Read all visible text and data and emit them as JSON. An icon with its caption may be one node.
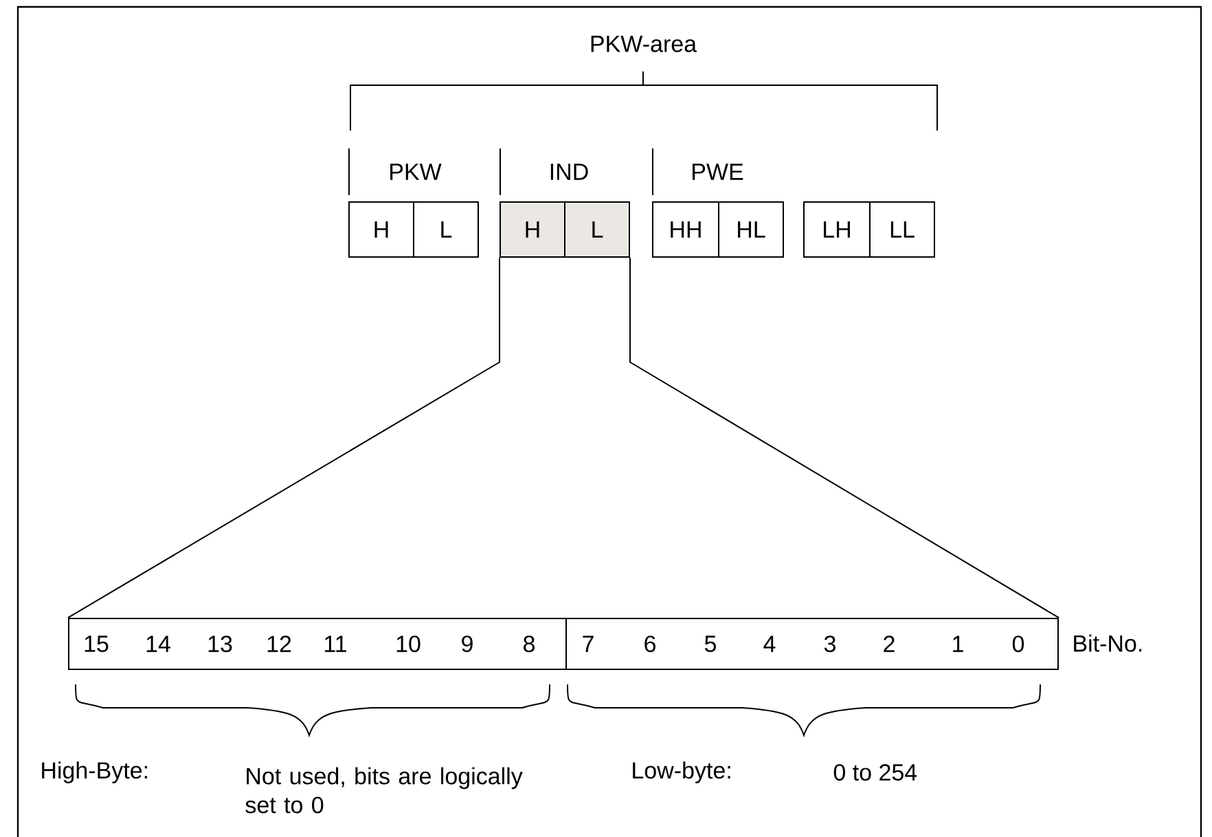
{
  "diagram": {
    "nodes": [
      {
        "text": [
          "H"
        ]
      },
      {
        "text": [
          "L"
        ]
      },
      {
        "text": [
          "H"
        ]
      },
      {
        "text": [
          "L"
        ]
      },
      {
        "text": [
          "HH"
        ]
      },
      {
        "text": [
          "HL"
        ]
      },
      {
        "text": [
          "LH"
        ]
      },
      {
        "text": [
          "LL"
        ]
      },
      {
        "text": [
          "15",
          "14",
          "13",
          "12",
          "11",
          "10",
          "9",
          "8"
        ]
      },
      {
        "text": [
          "7",
          "6",
          "5",
          "4",
          "3",
          "2",
          "1",
          "0"
        ]
      }
    ],
    "edges": [
      {
        "from": 2,
        "to": 8,
        "arrow": "none"
      },
      {
        "from": 3,
        "to": 9,
        "arrow": "none"
      }
    ],
    "labels": [
      "PKW-area",
      "PKW",
      "IND",
      "PWE",
      "Bit-No.",
      "High-Byte:",
      "Not used, bits are logically set to 0",
      "Low-byte:",
      "0 to 254"
    ]
  }
}
